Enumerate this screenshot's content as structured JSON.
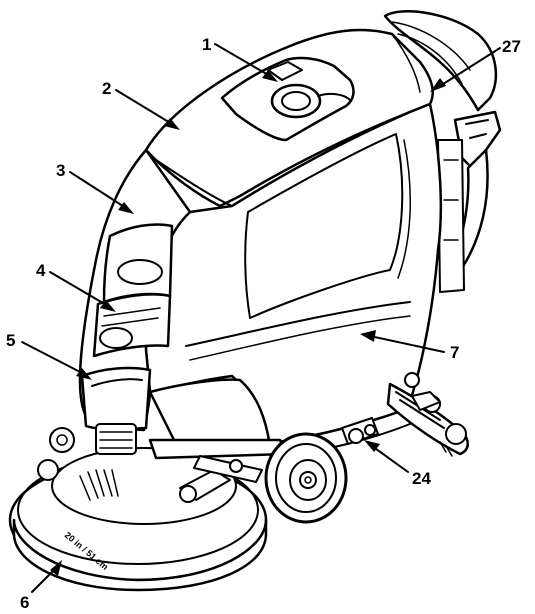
{
  "callouts": [
    {
      "label": "1"
    },
    {
      "label": "2"
    },
    {
      "label": "3"
    },
    {
      "label": "4"
    },
    {
      "label": "5"
    },
    {
      "label": "6"
    },
    {
      "label": "7"
    },
    {
      "label": "24"
    },
    {
      "label": "27"
    }
  ],
  "deck_text": "20 in / 51 cm"
}
